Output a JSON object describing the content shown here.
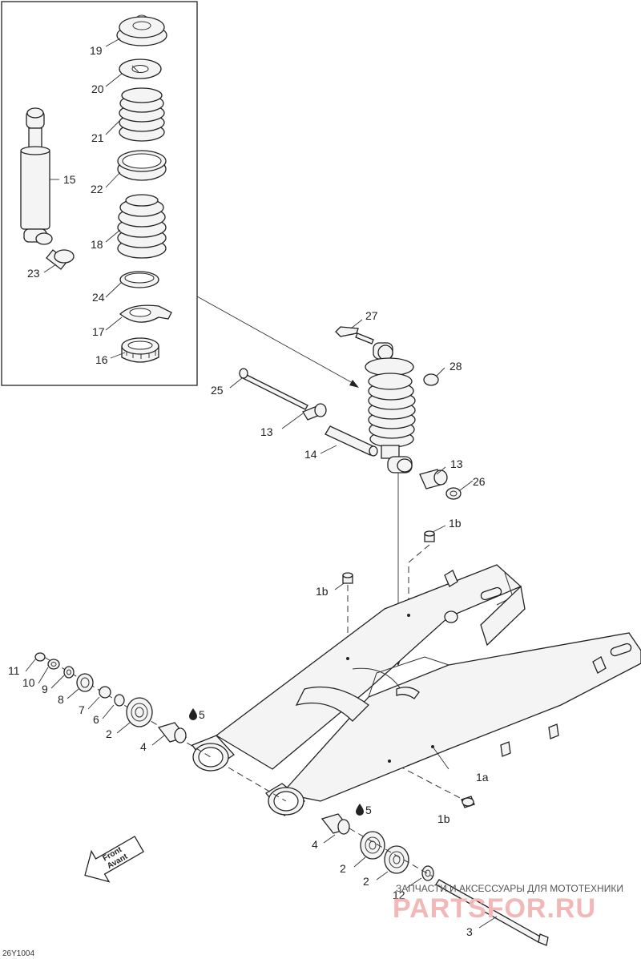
{
  "callouts": [
    {
      "id": "c19",
      "label": "19"
    },
    {
      "id": "c20",
      "label": "20"
    },
    {
      "id": "c21",
      "label": "21"
    },
    {
      "id": "c15",
      "label": "15"
    },
    {
      "id": "c22",
      "label": "22"
    },
    {
      "id": "c18",
      "label": "18"
    },
    {
      "id": "c23",
      "label": "23"
    },
    {
      "id": "c24",
      "label": "24"
    },
    {
      "id": "c17",
      "label": "17"
    },
    {
      "id": "c16",
      "label": "16"
    },
    {
      "id": "c27",
      "label": "27"
    },
    {
      "id": "c28",
      "label": "28"
    },
    {
      "id": "c25",
      "label": "25"
    },
    {
      "id": "c13a",
      "label": "13"
    },
    {
      "id": "c13b",
      "label": "13"
    },
    {
      "id": "c14",
      "label": "14"
    },
    {
      "id": "c26",
      "label": "26"
    },
    {
      "id": "c1b_top",
      "label": "1b"
    },
    {
      "id": "c1b_left",
      "label": "1b"
    },
    {
      "id": "c11",
      "label": "11"
    },
    {
      "id": "c10",
      "label": "10"
    },
    {
      "id": "c9",
      "label": "9"
    },
    {
      "id": "c8",
      "label": "8"
    },
    {
      "id": "c7",
      "label": "7"
    },
    {
      "id": "c6",
      "label": "6"
    },
    {
      "id": "c2a",
      "label": "2"
    },
    {
      "id": "c5a",
      "label": "5"
    },
    {
      "id": "c4a",
      "label": "4"
    },
    {
      "id": "c1a",
      "label": "1a"
    },
    {
      "id": "c5b",
      "label": "5"
    },
    {
      "id": "c1b_bottom",
      "label": "1b"
    },
    {
      "id": "c4b",
      "label": "4"
    },
    {
      "id": "c2b",
      "label": "2"
    },
    {
      "id": "c2c",
      "label": "2"
    },
    {
      "id": "c12",
      "label": "12"
    },
    {
      "id": "c3",
      "label": "3"
    }
  ],
  "front_arrow": {
    "line1": "Front",
    "line2": "Avant"
  },
  "watermark": {
    "caption": "ЗАПЧАСТИ И АКСЕССУАРЫ ДЛЯ МОТОТЕХНИКИ",
    "brand": "PARTSFOR.RU"
  },
  "drawing_code": "26Y1004",
  "icons": {
    "lubricant": "oil-drop-icon"
  }
}
